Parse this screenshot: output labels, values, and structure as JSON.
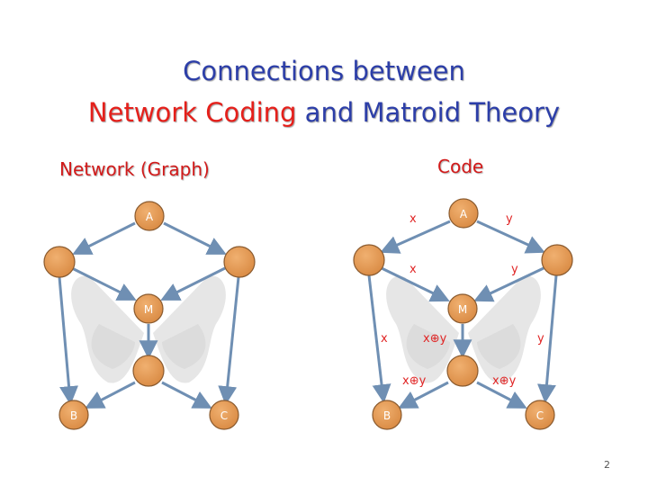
{
  "title": {
    "line1": "Connections between",
    "line2_red": "Network Coding",
    "line2_blue": "and Matroid Theory"
  },
  "left_subtitle": "Network (Graph)",
  "right_subtitle": "Code",
  "page_number": "2",
  "colors": {
    "title_blue": "#2c3ea8",
    "title_red": "#e5201b",
    "node_fill": "#e39a57",
    "node_stroke": "#8a5a2e",
    "edge": "#6f8fb3",
    "label": "#e02525"
  },
  "nodes": {
    "A": "A",
    "M": "M",
    "B": "B",
    "C": "C"
  },
  "edge_labels": {
    "a_left": "x",
    "a_right": "y",
    "left_m": "x",
    "right_m": "y",
    "left_b": "x",
    "right_c": "y",
    "m_low": "x⊕y",
    "low_b": "x⊕y",
    "low_c": "x⊕y"
  }
}
